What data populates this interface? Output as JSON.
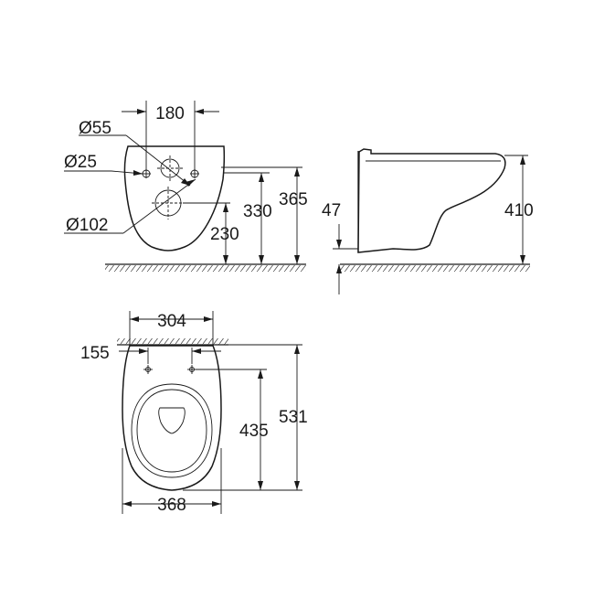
{
  "front_view": {
    "dim_hole_spacing": "180",
    "dim_dia_55": "Ø55",
    "dim_dia_25": "Ø25",
    "dim_dia_102": "Ø102",
    "dim_230": "230",
    "dim_330": "330",
    "dim_365": "365"
  },
  "side_view": {
    "dim_47": "47",
    "dim_410": "410"
  },
  "top_view": {
    "dim_304": "304",
    "dim_155": "155",
    "dim_435": "435",
    "dim_531": "531",
    "dim_368": "368"
  }
}
